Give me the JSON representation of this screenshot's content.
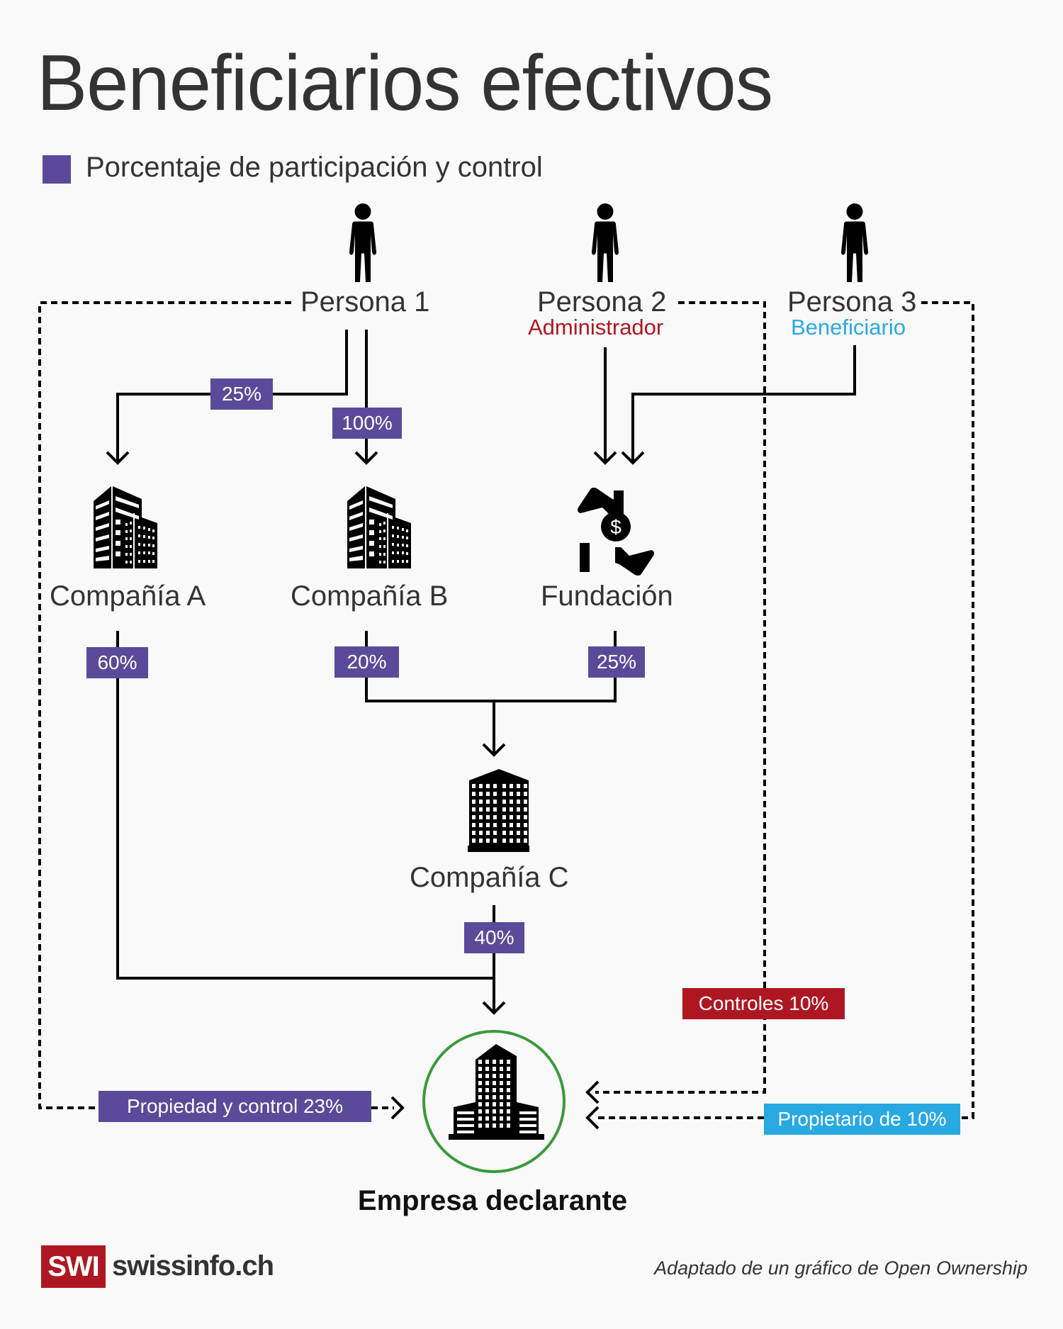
{
  "title": "Beneficiarios efectivos",
  "legend": {
    "label": "Porcentaje de participación y control",
    "color": "#5a4a99"
  },
  "persons": [
    {
      "name": "Persona 1",
      "role": ""
    },
    {
      "name": "Persona 2",
      "role": "Administrador",
      "role_color": "#ae1722"
    },
    {
      "name": "Persona 3",
      "role": "Beneficiario",
      "role_color": "#29a9e1"
    }
  ],
  "entities": {
    "company_a": "Compañía A",
    "company_b": "Compañía B",
    "foundation": "Fundación",
    "company_c": "Compañía C",
    "reporting_company": "Empresa declarante"
  },
  "ownership": {
    "p1_to_a": "25%",
    "p1_to_b": "100%",
    "a_to_reporting": "60%",
    "b_to_c": "20%",
    "foundation_to_c": "25%",
    "c_to_reporting": "40%"
  },
  "direct_relations": {
    "p1_ownership_control": "Propiedad y control 23%",
    "p2_controls": "Controles 10%",
    "p3_owner": "Propietario de 10%"
  },
  "colors": {
    "purple": "#5a4a99",
    "red": "#ae1722",
    "blue": "#29a9e1",
    "green": "#3a9a3a"
  },
  "footer": {
    "logo": "SWI",
    "site": "swissinfo.ch",
    "credit": "Adaptado de un gráfico de Open Ownership"
  }
}
